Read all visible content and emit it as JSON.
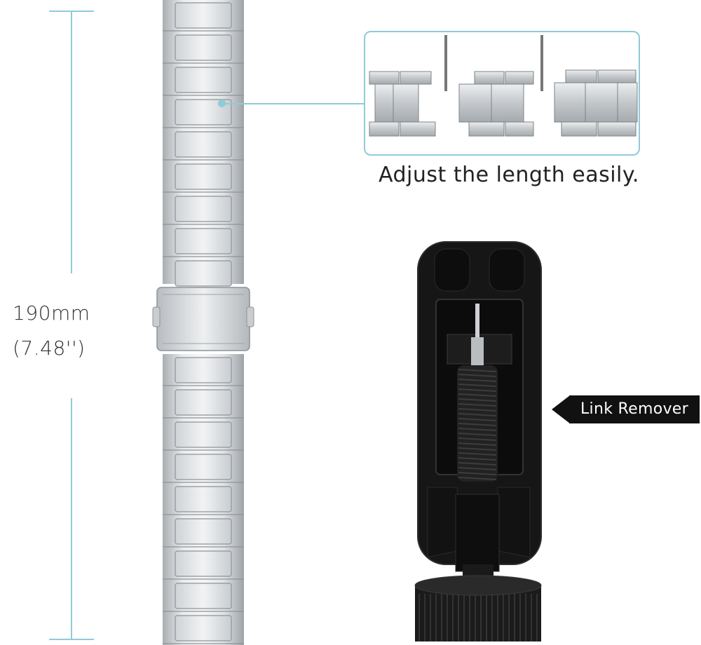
{
  "measurement": {
    "length_mm": "190mm",
    "length_in": "(7.48'')"
  },
  "detail": {
    "caption": "Adjust the length easily."
  },
  "tool": {
    "label": "Link Remover"
  },
  "colors": {
    "accent": "#8fcbd8",
    "steel_light": "#e4e6e8",
    "steel_mid": "#c3c7ca",
    "steel_dark": "#9ca1a5",
    "tool_black": "#141414"
  },
  "icons": {
    "label_arrow": "left-pointing triangle"
  }
}
